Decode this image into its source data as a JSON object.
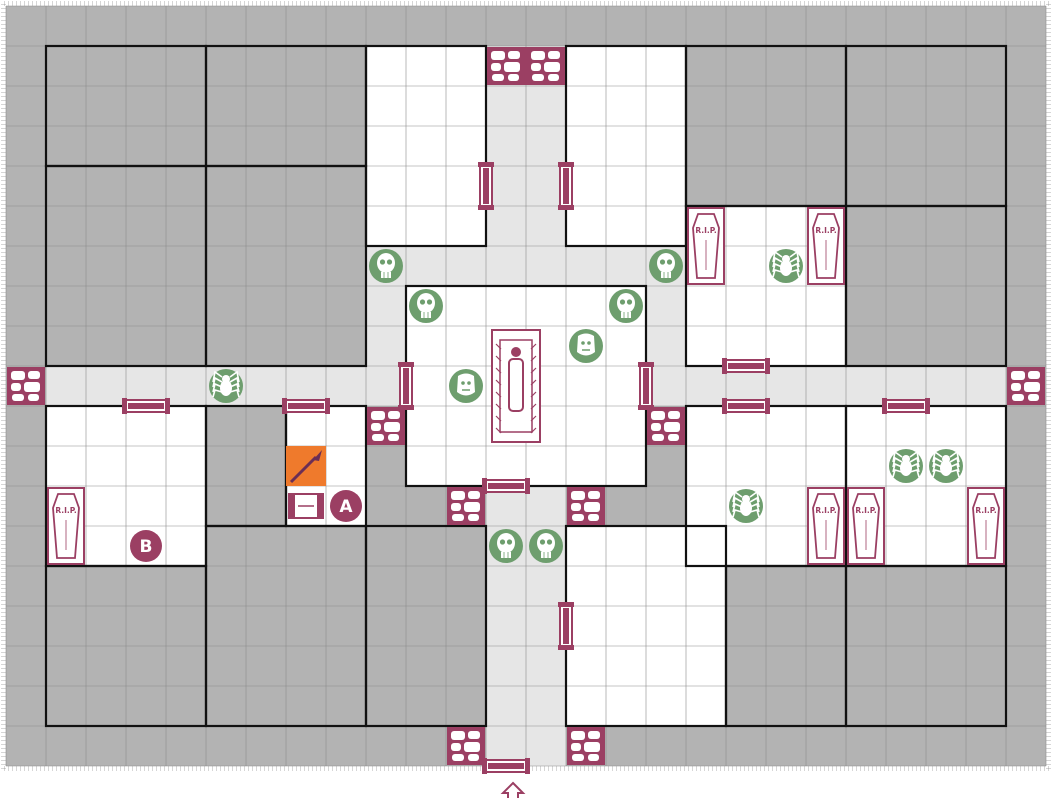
{
  "board": {
    "columns": 26,
    "rows": 19,
    "colors": {
      "rock": "#b3b3b3",
      "room_floor": "#ffffff",
      "corridor": "#e6e6e6",
      "grid_line": "#8c8c8c",
      "wall": "#111111",
      "furniture": "#9b3f63",
      "monster": "#6e9e6e",
      "weapon": "#ef7a2c"
    }
  },
  "rooms": [
    {
      "name": "room-top-left-a",
      "floor": "rock",
      "cells": [
        1,
        1,
        4,
        3
      ]
    },
    {
      "name": "room-top-left-b",
      "floor": "rock",
      "cells": [
        5,
        1,
        4,
        3
      ]
    },
    {
      "name": "room-mid-left-a",
      "floor": "rock",
      "cells": [
        1,
        4,
        4,
        5
      ]
    },
    {
      "name": "room-mid-left-b",
      "floor": "rock",
      "cells": [
        5,
        4,
        4,
        5
      ]
    },
    {
      "name": "room-top-center-left",
      "floor": "room_floor",
      "cells": [
        9,
        1,
        3,
        5
      ]
    },
    {
      "name": "room-top-center-right",
      "floor": "room_floor",
      "cells": [
        14,
        1,
        3,
        5
      ]
    },
    {
      "name": "room-top-right-a",
      "floor": "rock",
      "cells": [
        17,
        1,
        4,
        4
      ]
    },
    {
      "name": "room-top-right-b",
      "floor": "rock",
      "cells": [
        21,
        1,
        4,
        4
      ]
    },
    {
      "name": "room-coffin-top-right",
      "floor": "room_floor",
      "cells": [
        17,
        5,
        4,
        4
      ]
    },
    {
      "name": "room-mid-right",
      "floor": "rock",
      "cells": [
        21,
        5,
        4,
        4
      ]
    },
    {
      "name": "room-central",
      "floor": "room_floor",
      "cells": [
        10,
        7,
        6,
        5
      ]
    },
    {
      "name": "room-coffin-left",
      "floor": "room_floor",
      "cells": [
        1,
        10,
        4,
        4
      ]
    },
    {
      "name": "room-small-left",
      "floor": "rock",
      "cells": [
        5,
        10,
        2,
        3
      ]
    },
    {
      "name": "room-weapon",
      "floor": "room_floor",
      "cells": [
        7,
        10,
        2,
        3
      ]
    },
    {
      "name": "room-coffin-right-a",
      "floor": "room_floor",
      "cells": [
        17,
        10,
        4,
        4
      ]
    },
    {
      "name": "room-coffin-right-b",
      "floor": "room_floor",
      "cells": [
        21,
        10,
        4,
        4
      ]
    },
    {
      "name": "room-bottom-left-a",
      "floor": "rock",
      "cells": [
        1,
        14,
        4,
        4
      ]
    },
    {
      "name": "room-bottom-left-b",
      "floor": "rock",
      "cells": [
        5,
        13,
        4,
        5
      ]
    },
    {
      "name": "room-bottom-center",
      "floor": "rock",
      "cells": [
        9,
        13,
        3,
        5
      ]
    },
    {
      "name": "room-bottom-center-right",
      "floor": "room_floor",
      "cells": [
        14,
        13,
        4,
        5
      ]
    },
    {
      "name": "room-bottom-right-a",
      "floor": "rock",
      "cells": [
        18,
        14,
        3,
        4
      ]
    },
    {
      "name": "room-bottom-right-b",
      "floor": "rock",
      "cells": [
        21,
        14,
        4,
        4
      ]
    }
  ],
  "corridors": [
    [
      1,
      9,
      24,
      1
    ],
    [
      12,
      1,
      2,
      6
    ],
    [
      9,
      6,
      8,
      1
    ],
    [
      9,
      7,
      1,
      3
    ],
    [
      16,
      7,
      1,
      3
    ],
    [
      12,
      12,
      2,
      7
    ]
  ],
  "pieces": {
    "coffins": [
      {
        "name": "coffin-top-right-1",
        "cells": [
          17,
          5
        ],
        "label": "R.I.P."
      },
      {
        "name": "coffin-top-right-2",
        "cells": [
          20,
          5
        ],
        "label": "R.I.P."
      },
      {
        "name": "coffin-left",
        "cells": [
          1,
          12
        ],
        "label": "R.I.P."
      },
      {
        "name": "coffin-right-1",
        "cells": [
          20,
          12
        ],
        "label": "R.I.P."
      },
      {
        "name": "coffin-right-2",
        "cells": [
          21,
          12
        ],
        "label": "R.I.P."
      },
      {
        "name": "coffin-right-3",
        "cells": [
          24,
          12
        ],
        "label": "R.I.P."
      }
    ],
    "rubble": [
      {
        "name": "rubble-top",
        "cells": [
          12,
          1
        ],
        "width": 2
      },
      {
        "name": "rubble-left-edge",
        "cells": [
          0,
          9
        ],
        "width": 1
      },
      {
        "name": "rubble-right-edge",
        "cells": [
          25,
          9
        ],
        "width": 1
      },
      {
        "name": "rubble-center-left",
        "cells": [
          9,
          10
        ],
        "width": 1
      },
      {
        "name": "rubble-center-right",
        "cells": [
          16,
          10
        ],
        "width": 1
      },
      {
        "name": "rubble-bottom-left",
        "cells": [
          11,
          12
        ],
        "width": 1
      },
      {
        "name": "rubble-bottom-right",
        "cells": [
          14,
          12
        ],
        "width": 1
      },
      {
        "name": "rubble-exit-left",
        "cells": [
          11,
          18
        ],
        "width": 1
      },
      {
        "name": "rubble-exit-right",
        "cells": [
          14,
          18
        ],
        "width": 1
      }
    ],
    "doors": [
      {
        "name": "door-top-left-room",
        "cells": [
          12,
          4.5
        ],
        "orient": "v"
      },
      {
        "name": "door-top-right-room",
        "cells": [
          14,
          4.5
        ],
        "orient": "v"
      },
      {
        "name": "door-left-room-1",
        "cells": [
          3.5,
          10
        ],
        "orient": "h"
      },
      {
        "name": "door-left-room-2",
        "cells": [
          7.5,
          10
        ],
        "orient": "h"
      },
      {
        "name": "door-central-left",
        "cells": [
          10,
          9.5
        ],
        "orient": "v"
      },
      {
        "name": "door-central-right",
        "cells": [
          16,
          9.5
        ],
        "orient": "v"
      },
      {
        "name": "door-central-bottom",
        "cells": [
          12.5,
          12
        ],
        "orient": "h"
      },
      {
        "name": "door-coffin-room-bottom",
        "cells": [
          18.5,
          9
        ],
        "orient": "h"
      },
      {
        "name": "door-right-room-1",
        "cells": [
          18.5,
          10
        ],
        "orient": "h"
      },
      {
        "name": "door-right-room-2",
        "cells": [
          22.5,
          10
        ],
        "orient": "h"
      },
      {
        "name": "door-bottom-center",
        "cells": [
          14,
          15.5
        ],
        "orient": "v"
      },
      {
        "name": "door-exit",
        "cells": [
          12.5,
          19
        ],
        "orient": "h"
      }
    ],
    "skeletons": [
      {
        "name": "skeleton-1",
        "cells": [
          9.5,
          6.5
        ]
      },
      {
        "name": "skeleton-2",
        "cells": [
          16.5,
          6.5
        ]
      },
      {
        "name": "skeleton-3",
        "cells": [
          10.5,
          7.5
        ]
      },
      {
        "name": "skeleton-4",
        "cells": [
          15.5,
          7.5
        ]
      },
      {
        "name": "skeleton-5",
        "cells": [
          12.5,
          13.5
        ]
      },
      {
        "name": "skeleton-6",
        "cells": [
          13.5,
          13.5
        ]
      }
    ],
    "zombies": [
      {
        "name": "zombie-1",
        "cells": [
          14.5,
          8.5
        ]
      },
      {
        "name": "zombie-2",
        "cells": [
          11.5,
          9.5
        ]
      }
    ],
    "spiders": [
      {
        "name": "spider-1",
        "cells": [
          19.5,
          6.5
        ]
      },
      {
        "name": "spider-2",
        "cells": [
          5.5,
          9.5
        ]
      },
      {
        "name": "spider-3",
        "cells": [
          22.5,
          11.5
        ]
      },
      {
        "name": "spider-4",
        "cells": [
          23.5,
          11.5
        ]
      },
      {
        "name": "spider-5",
        "cells": [
          18.5,
          12.5
        ]
      }
    ],
    "tomb": {
      "name": "tomb",
      "cells": [
        12,
        8,
        1.5,
        3
      ]
    },
    "weapon": {
      "name": "spear-weapon",
      "cells": [
        7,
        11
      ]
    },
    "chest": {
      "name": "chest",
      "cells": [
        7,
        12
      ]
    },
    "markers": [
      {
        "name": "marker-a",
        "label": "A",
        "cells": [
          8.5,
          12.5
        ]
      },
      {
        "name": "marker-b",
        "label": "B",
        "cells": [
          3.5,
          13.5
        ]
      }
    ],
    "entrance": {
      "name": "entrance-arrow",
      "cells": [
        12.7,
        19.6
      ]
    }
  }
}
